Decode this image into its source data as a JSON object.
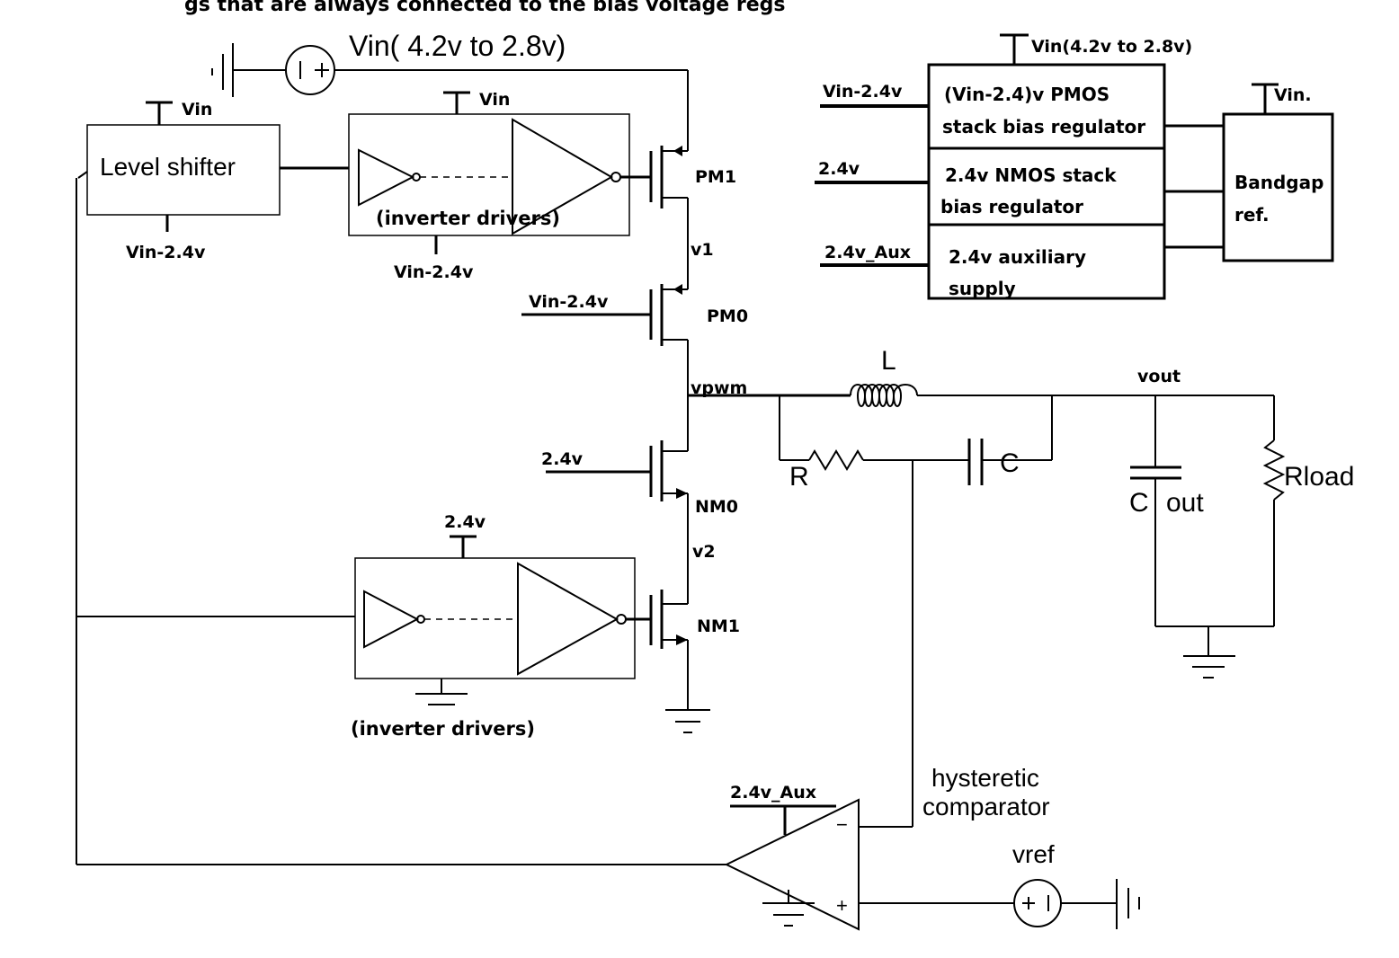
{
  "header": {
    "text": "gs that are always connected to the bias voltage regs"
  },
  "supply": {
    "vin_label": "Vin( 4.2v to 2.8v)",
    "top_label": "Vin(4.2v to 2.8v)",
    "vin": "Vin",
    "vin_minus": "Vin-2.4v",
    "v24": "2.4v",
    "aux": "2.4v_Aux"
  },
  "blocks": {
    "level_shifter": "Level shifter",
    "inverter_drivers": "(inverter drivers)",
    "pmos_reg_line1": "(Vin-2.4)v  PMOS",
    "pmos_reg_line2": "stack bias regulator",
    "nmos_reg_line1": "2.4v NMOS stack",
    "nmos_reg_line2": "bias regulator",
    "aux_line1": "2.4v auxiliary",
    "aux_line2": "supply",
    "bandgap_line1": "Bandgap",
    "bandgap_line2": "ref.",
    "vin_dot": "Vin."
  },
  "devices": {
    "pm1": "PM1",
    "pm0": "PM0",
    "nm0": "NM0",
    "nm1": "NM1"
  },
  "nodes": {
    "v1": "v1",
    "v2": "v2",
    "vpwm": "vpwm",
    "vout": "vout"
  },
  "passives": {
    "L": "L",
    "R": "R",
    "C": "C",
    "cout_c": "C",
    "cout_out": "out",
    "rload": "Rload"
  },
  "comparator": {
    "line1": "hysteretic",
    "line2": "comparator",
    "minus": "−",
    "plus": "+",
    "vref": "vref"
  }
}
